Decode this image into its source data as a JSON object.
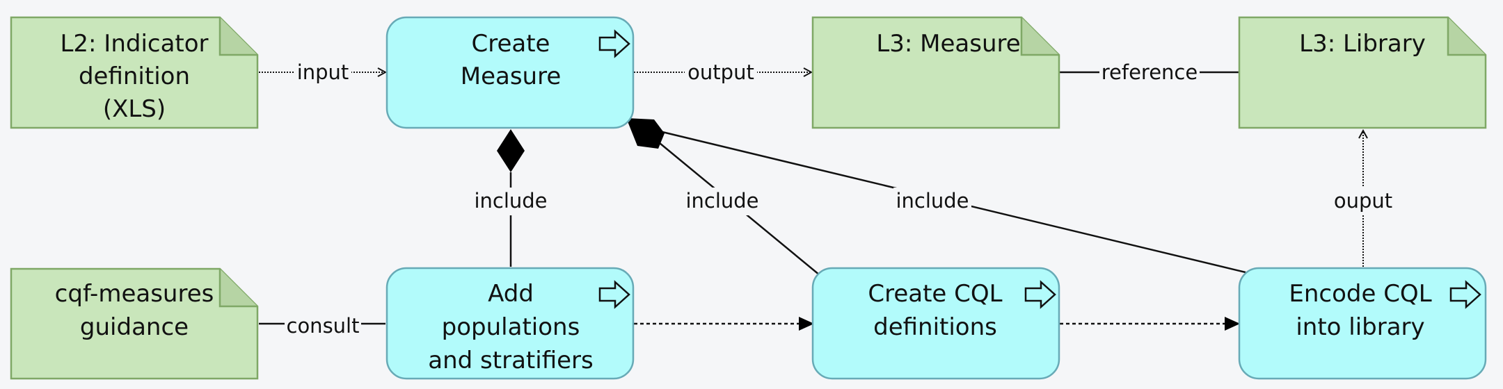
{
  "colors": {
    "artifact_fill": "#c9e6bb",
    "artifact_stroke": "#7fa866",
    "activity_fill": "#b2fbfb",
    "activity_stroke": "#67aab6",
    "background": "#f5f6f8"
  },
  "nodes": {
    "l2_indicator": {
      "lines": [
        "L2: Indicator",
        "definition",
        "(XLS)"
      ]
    },
    "cqf_guidance": {
      "lines": [
        "cqf-measures",
        "guidance"
      ]
    },
    "create_measure": {
      "lines": [
        "Create",
        "Measure"
      ]
    },
    "add_populations": {
      "lines": [
        "Add",
        "populations",
        "and stratifiers"
      ]
    },
    "l3_measure": {
      "lines": [
        "L3: Measure"
      ]
    },
    "create_cql": {
      "lines": [
        "Create CQL",
        "definitions"
      ]
    },
    "l3_library": {
      "lines": [
        "L3: Library"
      ]
    },
    "encode_cql": {
      "lines": [
        "Encode CQL",
        "into library"
      ]
    }
  },
  "edges": {
    "input": "input",
    "output": "output",
    "reference": "reference",
    "consult": "consult",
    "include_add": "include",
    "include_cql": "include",
    "include_encode": "include",
    "ouput": "ouput"
  }
}
